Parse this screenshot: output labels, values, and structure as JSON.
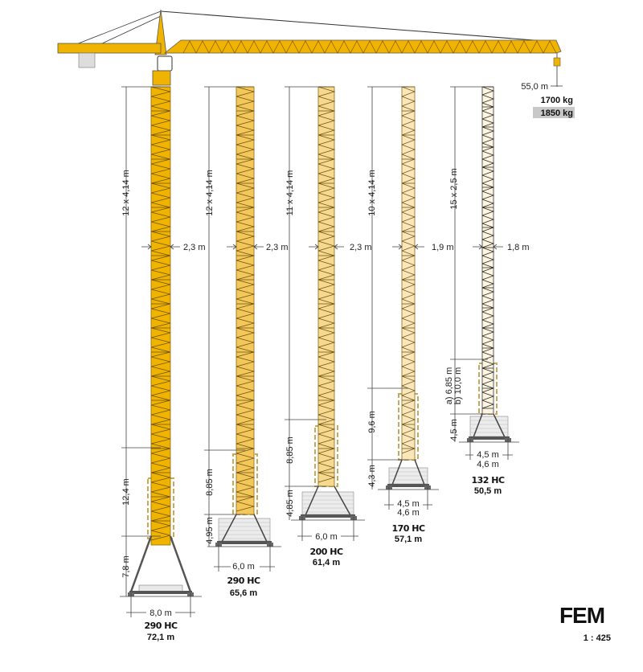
{
  "jib": {
    "radius": "55,0 m",
    "load_primary": "1700 kg",
    "load_secondary": "1850 kg"
  },
  "towers": [
    {
      "model": "290 HC",
      "height": "72,1 m",
      "sections": "12 x 4,14 m",
      "width": "2,3 m",
      "dims": [
        "12,4 m",
        "7,8 m"
      ],
      "base": "8,0 m",
      "color": "#f0b400"
    },
    {
      "model": "290 HC",
      "height": "65,6 m",
      "sections": "12 x 4,14 m",
      "width": "2,3 m",
      "dims": [
        "8,85 m",
        "4,95 m"
      ],
      "base": "6,0 m",
      "color": "#f3c75a"
    },
    {
      "model": "200 HC",
      "height": "61,4 m",
      "sections": "11 x 4,14 m",
      "width": "2,3 m",
      "dims": [
        "8,85 m",
        "4,85 m"
      ],
      "base": "6,0 m",
      "color": "#f6d88f"
    },
    {
      "model": "170 HC",
      "height": "57,1 m",
      "sections": "10 x 4,14 m",
      "width": "1,9 m",
      "dims": [
        "9,6 m",
        "4,3 m"
      ],
      "base": [
        "4,5 m",
        "4,6 m"
      ],
      "color": "#f9e7bb"
    },
    {
      "model": "132 HC",
      "height": "50,5 m",
      "sections": "15 x 2,5 m",
      "width": "1,8 m",
      "dims": [
        "a) 6,85 m",
        "b) 10,0 m",
        "4,5 m"
      ],
      "base": [
        "4,5 m",
        "4,6 m"
      ],
      "color": "#fdf5e0"
    }
  ],
  "logo": "FEM",
  "scale": "1 : 425"
}
